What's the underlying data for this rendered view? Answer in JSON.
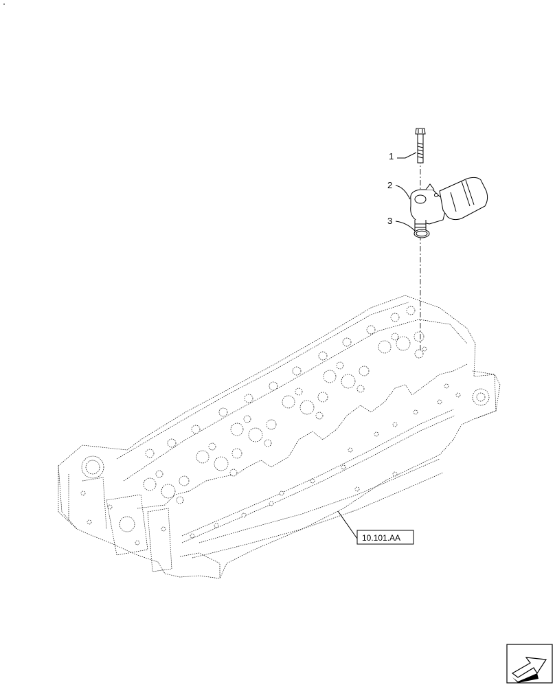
{
  "callouts": [
    {
      "number": "1",
      "part": "screw"
    },
    {
      "number": "2",
      "part": "sensor"
    },
    {
      "number": "3",
      "part": "o-ring"
    }
  ],
  "reference": {
    "label": "10.101.AA"
  },
  "nav": {
    "icon": "next-page-arrow-icon"
  }
}
